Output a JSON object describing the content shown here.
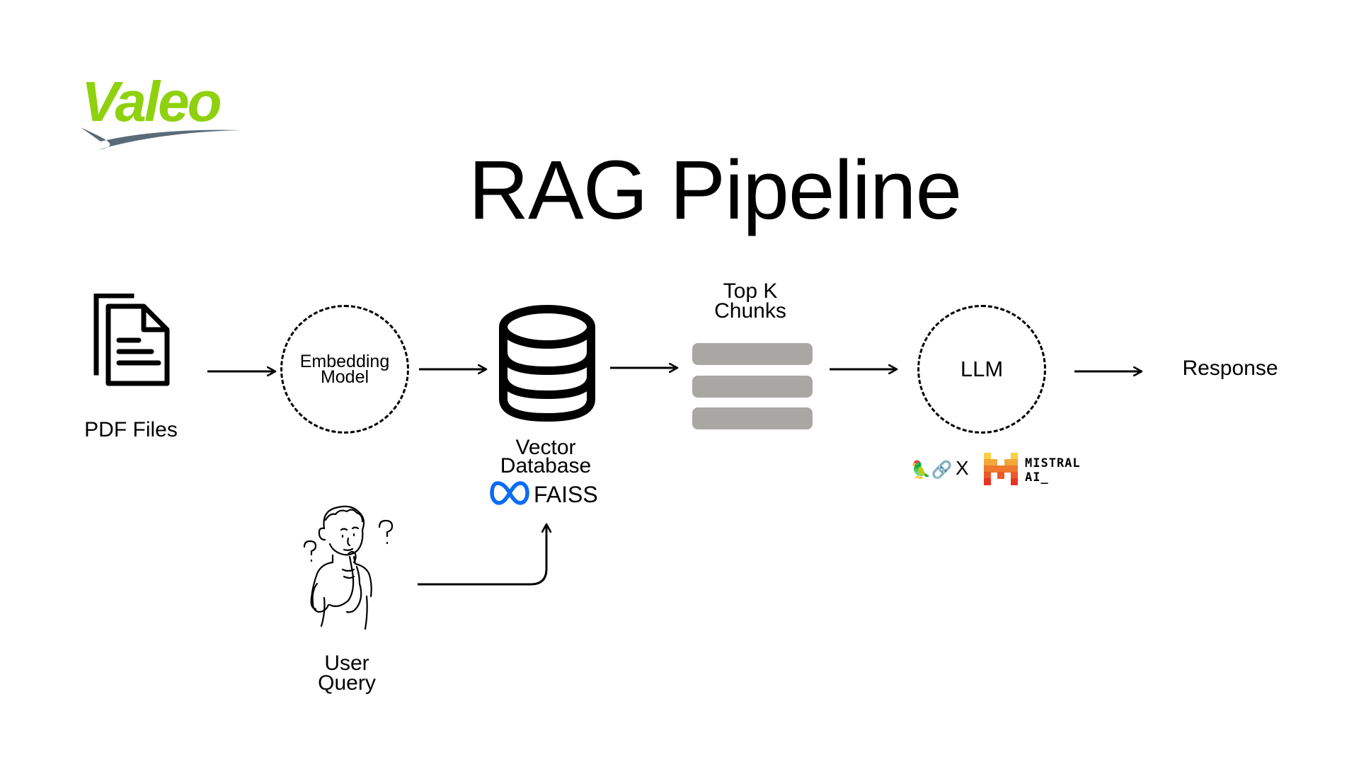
{
  "logo": {
    "text": "Valeo",
    "color": "#8fd10f",
    "swoosh_color": "#5b6a78"
  },
  "title": "RAG Pipeline",
  "nodes": {
    "pdf_files": {
      "label": "PDF Files",
      "icon": "document-stack-icon"
    },
    "embedding_model": {
      "line1": "Embedding",
      "line2": "Model"
    },
    "vector_database": {
      "line1": "Vector",
      "line2": "Database",
      "icon": "database-icon"
    },
    "faiss": {
      "label": "FAISS",
      "icon": "meta-infinity-icon",
      "icon_color": "#0a6cf5"
    },
    "top_k": {
      "line1": "Top K",
      "line2": "Chunks",
      "bar_color": "#a8a7a3"
    },
    "llm": {
      "label": "LLM"
    },
    "response": {
      "label": "Response"
    },
    "user_query": {
      "line1": "User",
      "line2": "Query",
      "icon": "thinking-person-icon"
    }
  },
  "llm_partners": {
    "langchain": "🦜🔗",
    "separator": "X",
    "mistral_line1": "MISTRAL",
    "mistral_line2": "AI_",
    "mistral_colors": [
      "#f7d046",
      "#f2a73b",
      "#ee792f",
      "#eb5829",
      "#ea3326"
    ]
  }
}
